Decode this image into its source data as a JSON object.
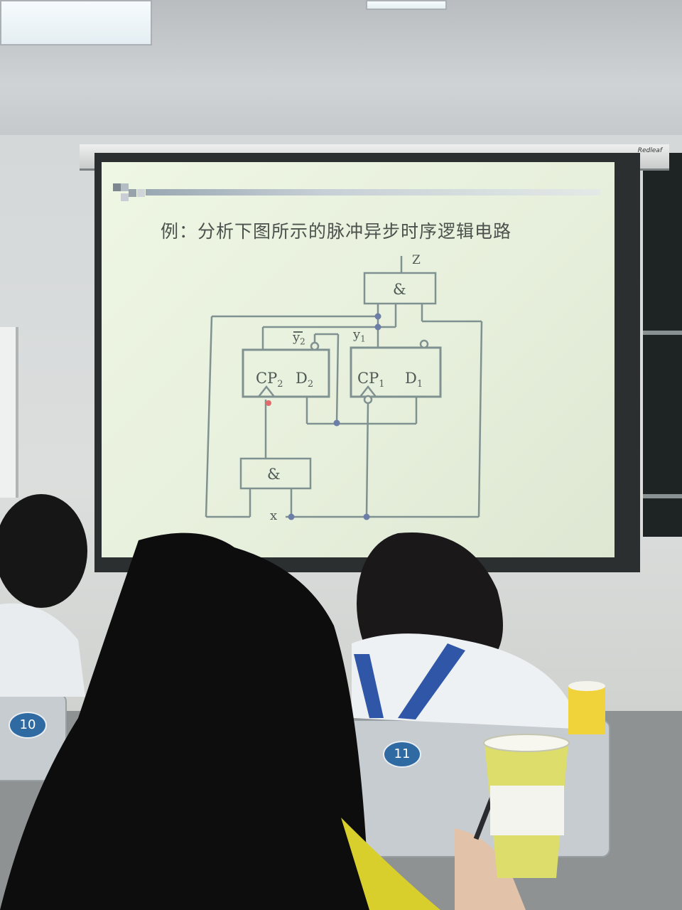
{
  "slide": {
    "title": "例：分析下图所示的脉冲异步时序逻辑电路",
    "projector_brand": "Redleaf"
  },
  "circuit": {
    "output_label": "Z",
    "top_gate_label": "&",
    "bottom_gate_label": "&",
    "ff2": {
      "clock": "CP",
      "clock_sub": "2",
      "data": "D",
      "data_sub": "2",
      "output": "y",
      "output_sub": "2"
    },
    "ff1": {
      "clock": "CP",
      "clock_sub": "1",
      "data": "D",
      "data_sub": "1",
      "output": "y",
      "output_sub": "1"
    },
    "input_label": "x"
  },
  "desks": {
    "left_number": "10",
    "right_number": "11"
  },
  "colors": {
    "slide_bg": "#e7f0dc",
    "line": "#7f9190",
    "desk_badge": "#2f6aa3"
  }
}
